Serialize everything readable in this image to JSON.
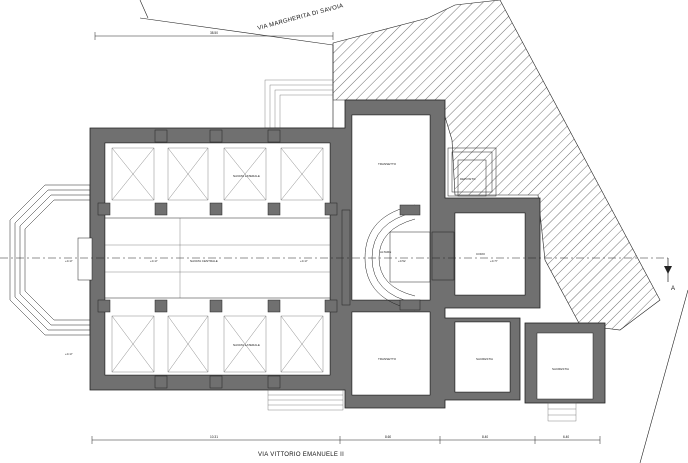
{
  "streets": {
    "top": "VIA MARGHERITA DI SAVOIA",
    "bottom": "VIA VITTORIO EMANUELE II"
  },
  "dimensions": {
    "top_total": "38.50",
    "bottom_1": "10.31",
    "bottom_2": "8.60",
    "bottom_3": "8.40",
    "bottom_4": "6.40"
  },
  "section_marker": "A",
  "rooms": {
    "nave": "NAVATA CENTRALE",
    "north_aisle": "NAVATA LATERALE",
    "south_aisle": "NAVATA LATERALE",
    "altar": "ALTARE",
    "choir": "CORO",
    "north_transept": "TRANSETTO",
    "south_transept": "TRANSETTO",
    "sacristy": "SACRESTIA",
    "storage": "DEPOSITO",
    "small_room": "SACRESTIA"
  },
  "levels": {
    "entrance": "+0.17",
    "nave_1": "+0.17",
    "nave_2": "+0.17",
    "altar": "+0.52",
    "choir": "+0.77",
    "outside": "+0.17"
  },
  "colors": {
    "wall_fill": "#707070",
    "line": "#222222",
    "background": "#ffffff"
  }
}
